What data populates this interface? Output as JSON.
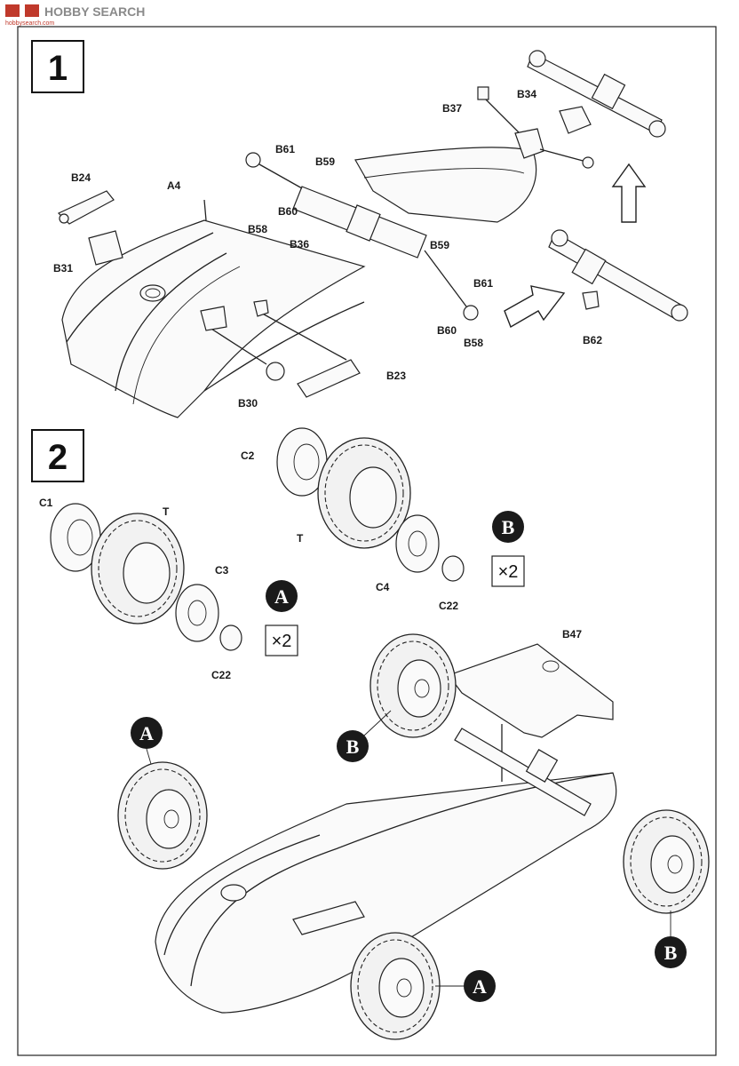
{
  "watermark": {
    "logo_text": "HOBBY SEARCH",
    "url_text": "hobbysearch.com"
  },
  "steps": [
    {
      "number": "1"
    },
    {
      "number": "2"
    }
  ],
  "step1": {
    "labels": {
      "b24": "B24",
      "a4": "A4",
      "b31": "B31",
      "b61_top": "B61",
      "b59_top": "B59",
      "b60_top": "B60",
      "b58_left": "B58",
      "b36": "B36",
      "b59_mid": "B59",
      "b61_mid": "B61",
      "b60_bot": "B60",
      "b58_bot": "B58",
      "b37": "B37",
      "b34": "B34",
      "b62": "B62",
      "b30": "B30",
      "b23": "B23"
    }
  },
  "step2": {
    "labels": {
      "c2": "C2",
      "t_right": "T",
      "c4": "C4",
      "c22_right": "C22",
      "c1": "C1",
      "t_left": "T",
      "c3": "C3",
      "c22_left": "C22",
      "b47": "B47"
    },
    "markers": {
      "a_sub": "A",
      "a_mult": "×2",
      "b_sub": "B",
      "b_mult": "×2",
      "a_front_left": "A",
      "b_rear_left": "B",
      "b_rear_right": "B",
      "a_front_right": "A"
    }
  }
}
